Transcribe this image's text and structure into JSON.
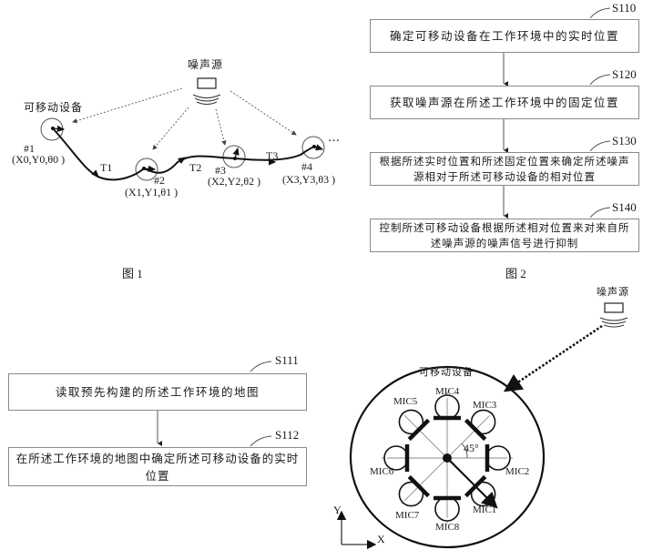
{
  "fig1": {
    "caption": "图 1",
    "noise_source_label": "噪声源",
    "device_label": "可移动设备",
    "positions": [
      {
        "id": "#1",
        "coords": "(X0,Y0,θ0 )"
      },
      {
        "id": "#2",
        "coords": "(X1,Y1,θ1 )"
      },
      {
        "id": "#3",
        "coords": "(X2,Y2,θ2 )"
      },
      {
        "id": "#4",
        "coords": "(X3,Y3,θ3 )"
      }
    ],
    "segments": [
      "T1",
      "T2",
      "T3"
    ],
    "ellipsis": "…"
  },
  "fig2": {
    "caption": "图 2",
    "steps": [
      {
        "id": "S110",
        "text": "确定可移动设备在工作环境中的实时位置"
      },
      {
        "id": "S120",
        "text": "获取噪声源在所述工作环境中的固定位置"
      },
      {
        "id": "S130",
        "text": "根据所述实时位置和所述固定位置来确定所述噪声源相对于所述可移动设备的相对位置"
      },
      {
        "id": "S140",
        "text": "控制所述可移动设备根据所述相对位置来对来自所述噪声源的噪声信号进行抑制"
      }
    ]
  },
  "fig3": {
    "steps": [
      {
        "id": "S111",
        "text": "读取预先构建的所述工作环境的地图"
      },
      {
        "id": "S112",
        "text": "在所述工作环境的地图中确定所述可移动设备的实时位置"
      }
    ]
  },
  "fig4": {
    "noise_source_label": "噪声源",
    "device_label": "可移动设备",
    "angle_label": "45°",
    "mics": [
      "MIC1",
      "MIC2",
      "MIC3",
      "MIC4",
      "MIC5",
      "MIC6",
      "MIC7",
      "MIC8"
    ],
    "axis_x": "X",
    "axis_y": "Y"
  }
}
